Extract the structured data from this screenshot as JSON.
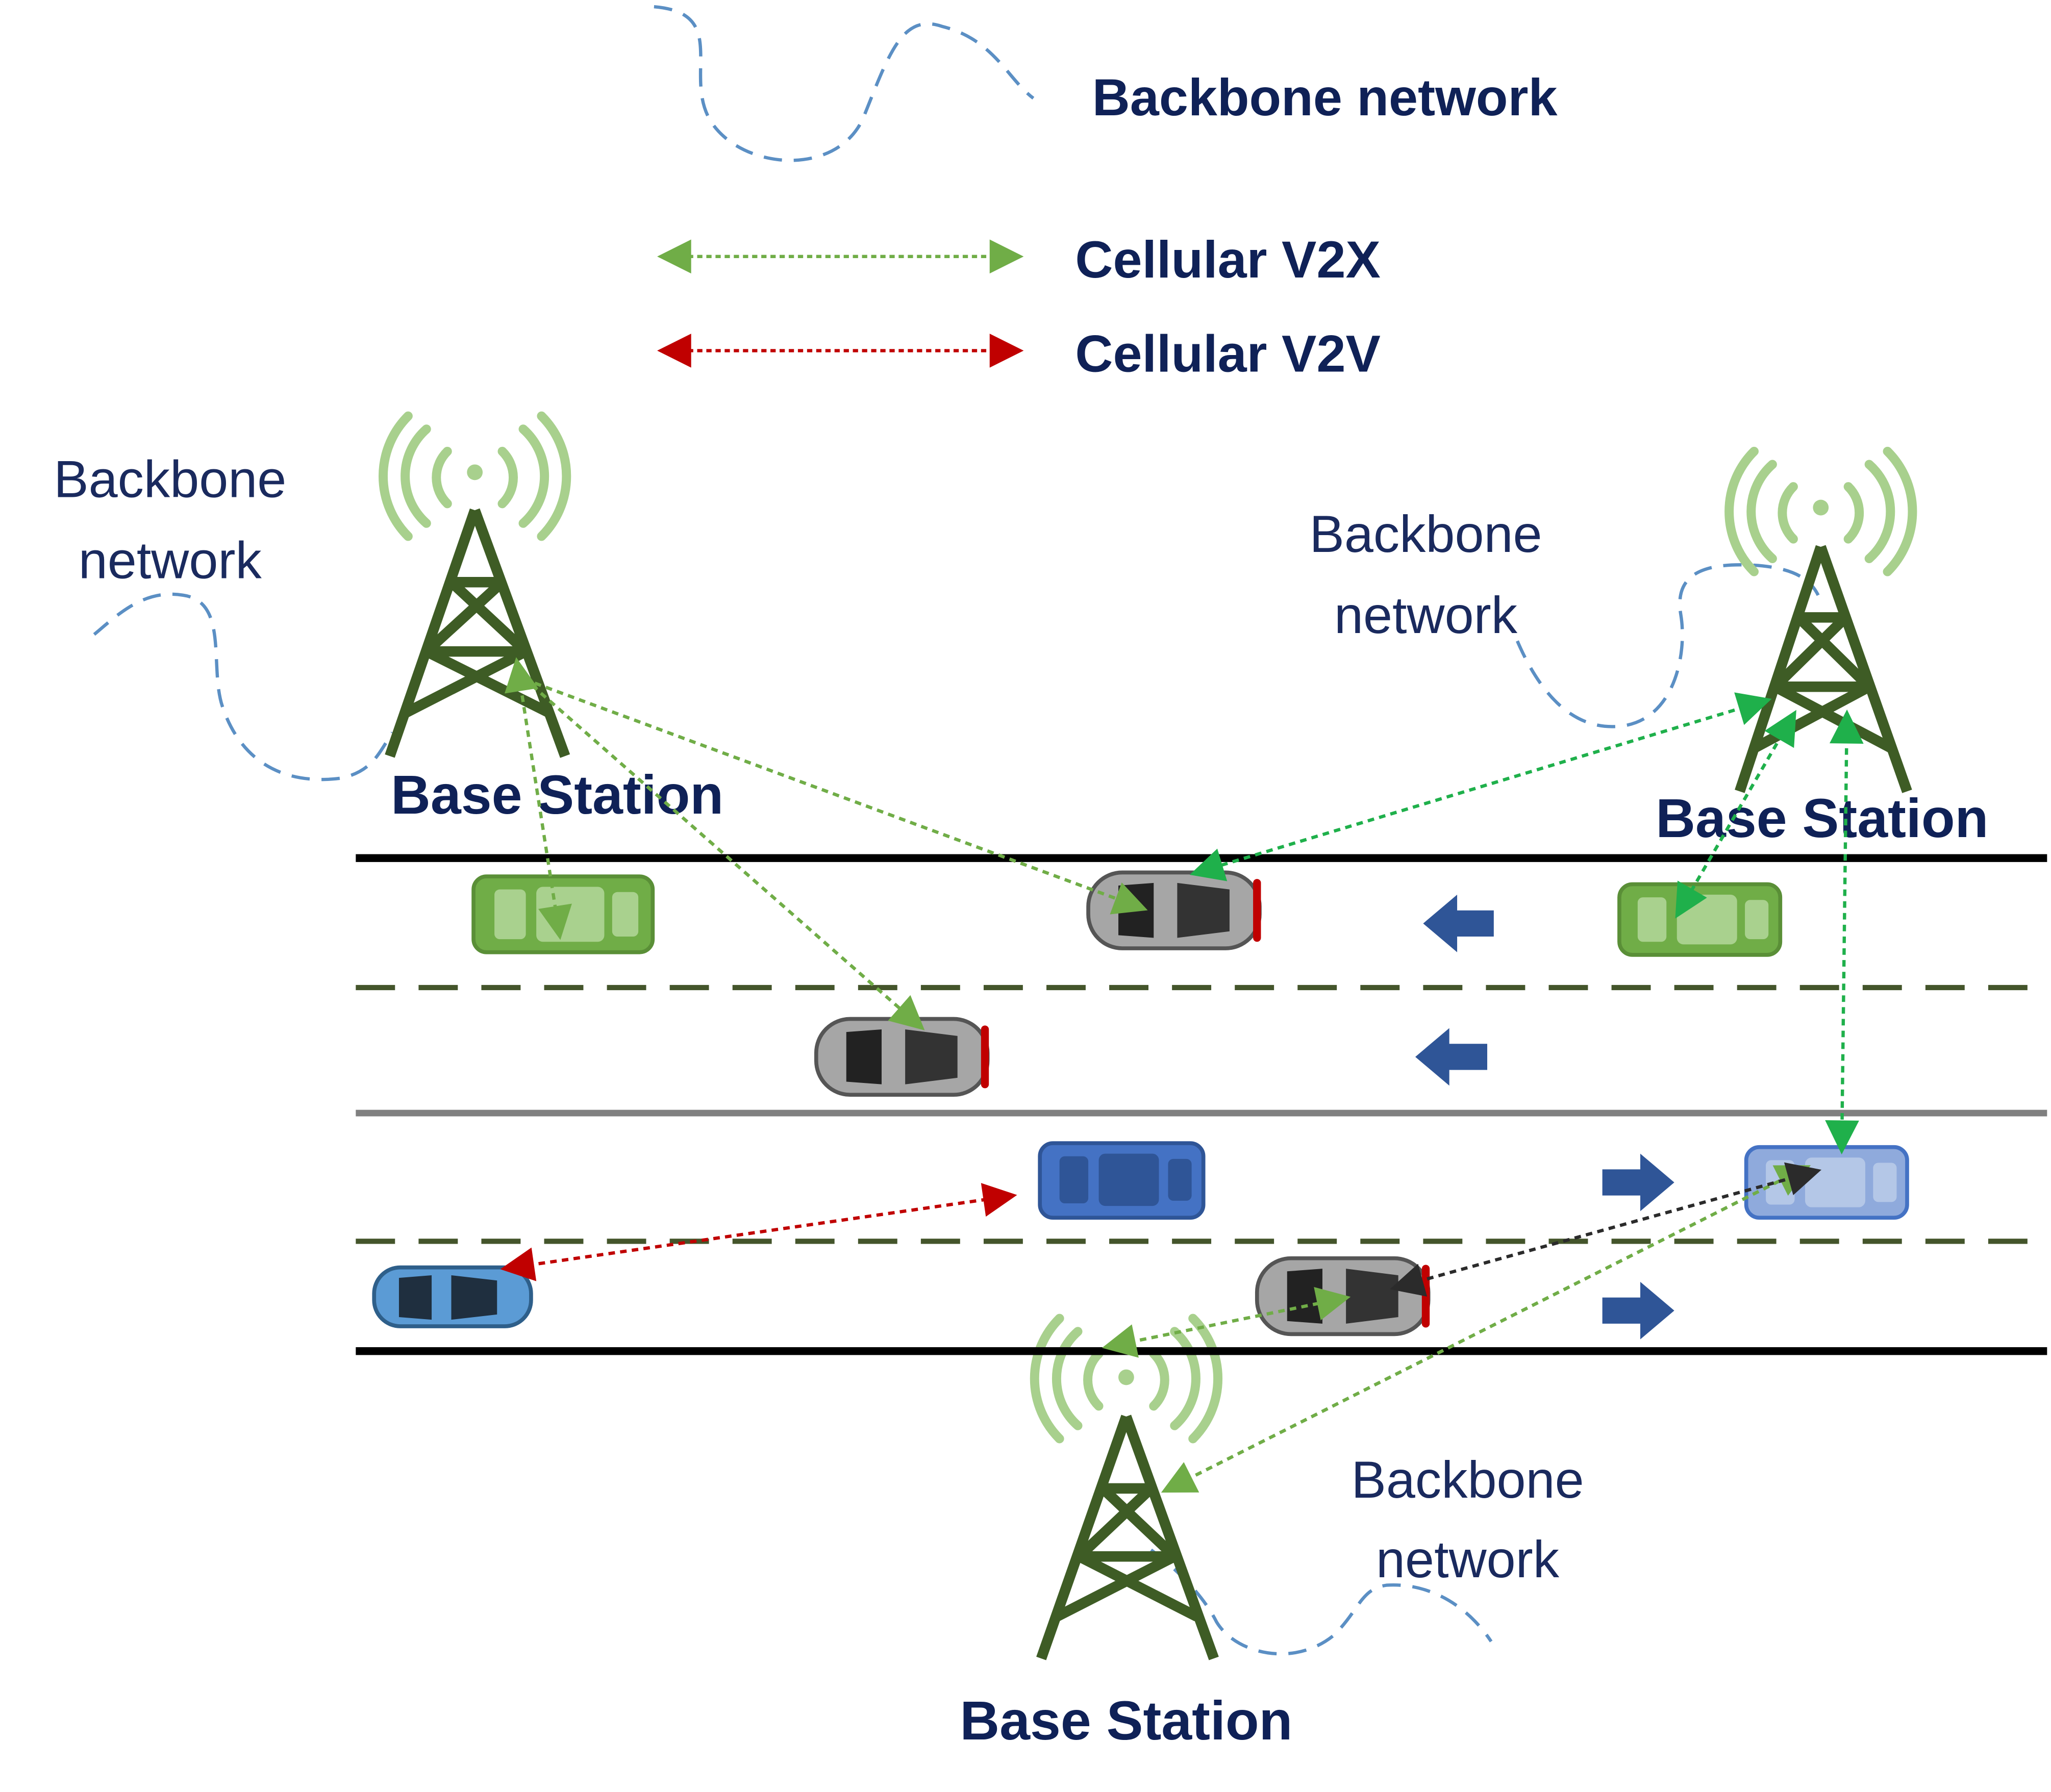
{
  "legend": {
    "backbone": "Backbone network",
    "v2x": "Cellular V2X",
    "v2v": "Cellular V2V"
  },
  "labels": {
    "backbone_left_line1": "Backbone",
    "backbone_left_line2": "network",
    "backbone_mid_line1": "Backbone",
    "backbone_mid_line2": "network",
    "backbone_bottom_line1": "Backbone",
    "backbone_bottom_line2": "network",
    "bs_left": "Base Station",
    "bs_right": "Base Station",
    "bs_bottom": "Base Station"
  },
  "colors": {
    "tower": "#3e5c25",
    "signal": "#a8d08d",
    "v2x_green": "#70ad47",
    "v2x_bright": "#1fb04b",
    "v2v_red": "#c00000",
    "backbone_blue": "#5b8fc4",
    "label_navy": "#0f2157",
    "lane_dash": "#44552b",
    "direction_arrow": "#2f5597"
  }
}
